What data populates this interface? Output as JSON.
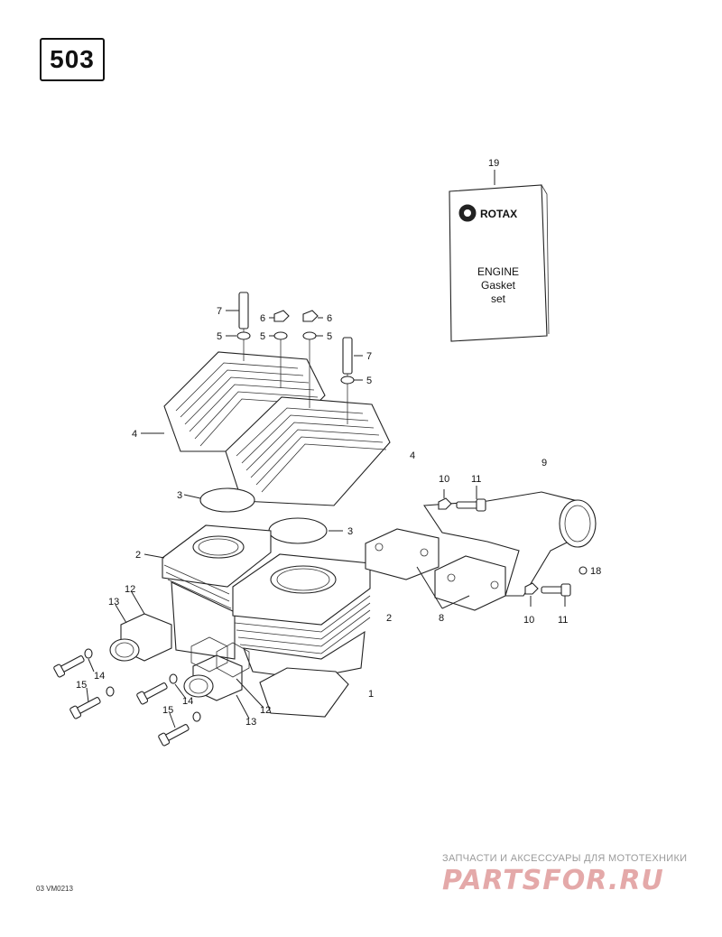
{
  "model_number": "503",
  "figure_code": "03 VM0213",
  "gasket_kit": {
    "brand": "ROTAX",
    "line1": "ENGINE",
    "line2": "Gasket",
    "line3": "set"
  },
  "callouts": [
    "1",
    "2",
    "2",
    "3",
    "3",
    "4",
    "4",
    "5",
    "5",
    "5",
    "5",
    "6",
    "6",
    "7",
    "7",
    "8",
    "9",
    "10",
    "10",
    "11",
    "11",
    "12",
    "12",
    "13",
    "13",
    "14",
    "14",
    "15",
    "15",
    "18",
    "19"
  ],
  "watermark": {
    "tagline": "ЗАПЧАСТИ И АКСЕССУАРЫ ДЛЯ МОТОТЕХНИКИ",
    "logo": "PARTSFOR.RU"
  }
}
